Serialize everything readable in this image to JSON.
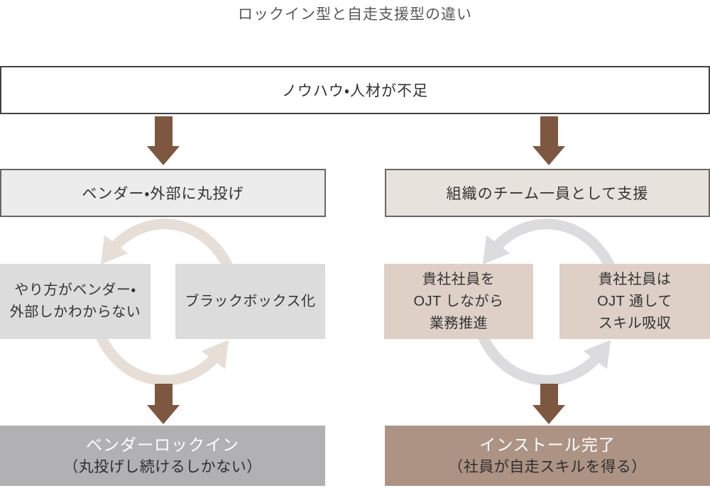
{
  "title": "ロックイン型と自走支援型の違い",
  "problem_box": {
    "label": "ノウハウ・人材が不足"
  },
  "columns": {
    "left": {
      "approach": "ベンダー・外部に丸投げ",
      "cycle_step_1": "やり方がベンダー・\n外部しかわからない",
      "cycle_step_2": "ブラックボックス化",
      "outcome_title": "ベンダーロックイン",
      "outcome_note": "（丸投げし続けるしかない）"
    },
    "right": {
      "approach": "組織のチーム一員として支援",
      "cycle_step_1": "貴社社員を\nOJT しながら\n業務推進",
      "cycle_step_2": "貴社社員は\nOJT 通して\nスキル吸収",
      "outcome_title": "インストール完了",
      "outcome_note": "（社員が自走スキルを得る）"
    }
  },
  "colors": {
    "arrow_brown": "#7d5740",
    "cycle_arc_left": "#e7dfd7",
    "cycle_arc_right": "#dcdcde",
    "approach_box_left_bg": "#ececec",
    "approach_box_right_bg": "#e8e2dc",
    "cycle_box_left_bg": "#dcdcdc",
    "cycle_box_right_bg": "#ded0c6",
    "outcome_box_left_bg": "#b1b1b3",
    "outcome_box_right_bg": "#ad9384",
    "outcome_title_text": "#ffffff",
    "title_text": "#595959",
    "body_text": "#333333"
  }
}
